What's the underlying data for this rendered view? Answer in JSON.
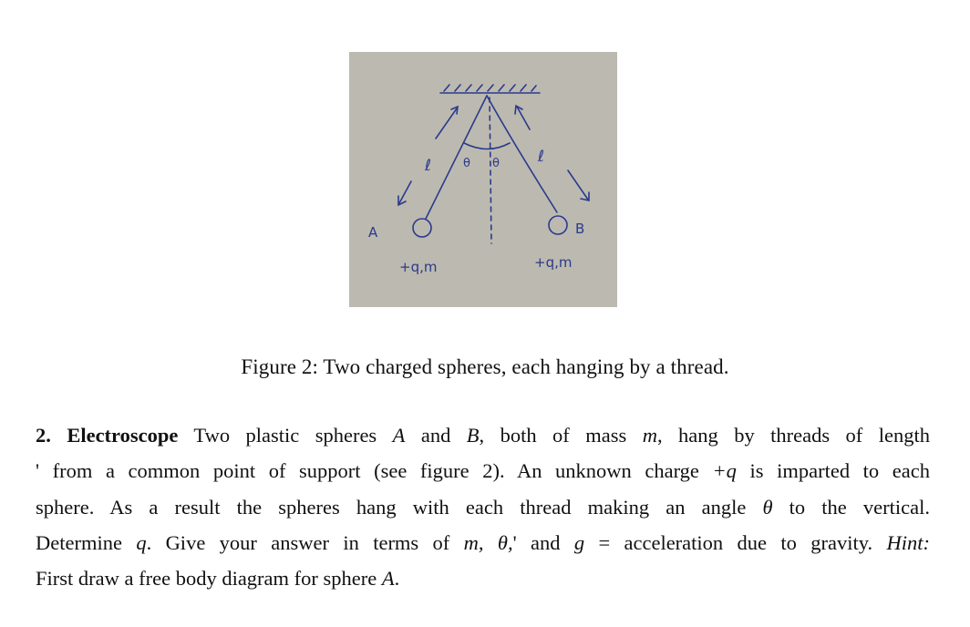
{
  "figure": {
    "background_color": "#bcb9b0",
    "ink_color": "#2a3a8c",
    "labels": {
      "sphere_a": "A",
      "sphere_b": "B",
      "charge_mass_a": "+q,m",
      "charge_mass_b": "+q,m",
      "length_left": "ℓ",
      "length_right": "ℓ",
      "theta_left": "θ",
      "theta_right": "θ"
    }
  },
  "caption": {
    "text": "Figure 2: Two charged spheres, each hanging by a thread."
  },
  "problem": {
    "number": "2.",
    "title": "Electroscope",
    "lines": [
      {
        "segments": [
          {
            "type": "bold",
            "text": "2.  Electroscope"
          },
          {
            "type": "text",
            "text": " Two plastic spheres "
          },
          {
            "type": "math",
            "text": "A"
          },
          {
            "type": "text",
            "text": " and "
          },
          {
            "type": "math",
            "text": "B"
          },
          {
            "type": "text",
            "text": ", both of mass "
          },
          {
            "type": "math",
            "text": "m"
          },
          {
            "type": "text",
            "text": ", hang by threads of length"
          }
        ]
      },
      {
        "segments": [
          {
            "type": "text",
            "text": "'  from a common point of support (see figure 2). An unknown charge "
          },
          {
            "type": "math",
            "text": "+q"
          },
          {
            "type": "text",
            "text": " is imparted to each"
          }
        ]
      },
      {
        "segments": [
          {
            "type": "text",
            "text": "sphere. As a result the spheres hang with each thread making an angle "
          },
          {
            "type": "math",
            "text": "θ"
          },
          {
            "type": "text",
            "text": " to the vertical."
          }
        ]
      },
      {
        "segments": [
          {
            "type": "text",
            "text": "Determine "
          },
          {
            "type": "math",
            "text": "q"
          },
          {
            "type": "text",
            "text": ". Give your answer in terms of "
          },
          {
            "type": "math",
            "text": "m, θ,"
          },
          {
            "type": "text",
            "text": "'  and "
          },
          {
            "type": "math",
            "text": "g"
          },
          {
            "type": "text",
            "text": " = acceleration due to gravity. "
          },
          {
            "type": "hint",
            "text": "Hint:"
          }
        ]
      },
      {
        "segments": [
          {
            "type": "text",
            "text": "First draw a free body diagram for sphere "
          },
          {
            "type": "math",
            "text": "A"
          },
          {
            "type": "text",
            "text": "."
          }
        ]
      }
    ]
  },
  "text_bits": {
    "l1_a": "2.  Electroscope",
    "l1_b": " Two plastic spheres ",
    "l1_c": "A",
    "l1_d": " and ",
    "l1_e": "B",
    "l1_f": ", both of mass ",
    "l1_g": "m",
    "l1_h": ", hang by threads of length",
    "l2_a": "'  from a common point of support (see figure 2). An unknown charge ",
    "l2_b": "+q",
    "l2_c": " is imparted to each",
    "l3_a": "sphere. As a result the spheres hang with each thread making an angle ",
    "l3_b": "θ",
    "l3_c": " to the vertical.",
    "l4_a": "Determine ",
    "l4_b": "q",
    "l4_c": ". Give your answer in terms of ",
    "l4_d": "m, θ,",
    "l4_e": "'  and ",
    "l4_f": "g",
    "l4_g": " = acceleration due to gravity. ",
    "l4_h": "Hint:",
    "l5_a": "First draw a free body diagram for sphere ",
    "l5_b": "A",
    "l5_c": "."
  }
}
